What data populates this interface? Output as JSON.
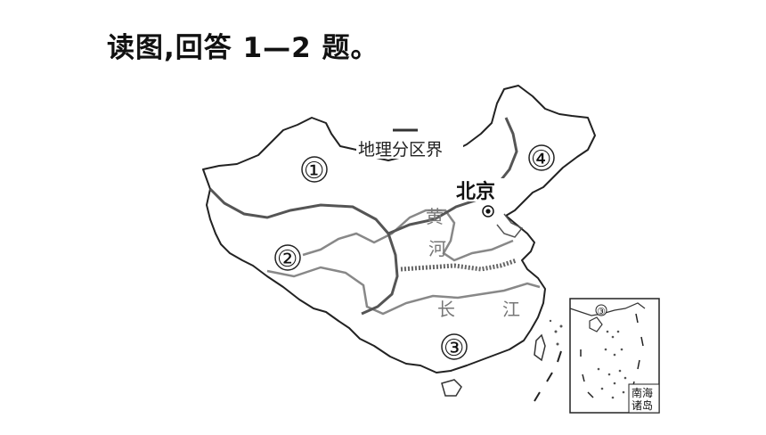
{
  "question": {
    "text": "读图,回答 1—2 题。"
  },
  "legend": {
    "label": "地理分区界"
  },
  "regions": {
    "r1": "①",
    "r2": "②",
    "r3": "③",
    "r4": "④"
  },
  "city": {
    "name": "北京"
  },
  "rivers": {
    "huang_1": "黄",
    "huang_2": "河",
    "chang_1": "长",
    "chang_2": "江"
  },
  "inset": {
    "region_marker": "③",
    "label_line1": "南海",
    "label_line2": "诸岛"
  }
}
